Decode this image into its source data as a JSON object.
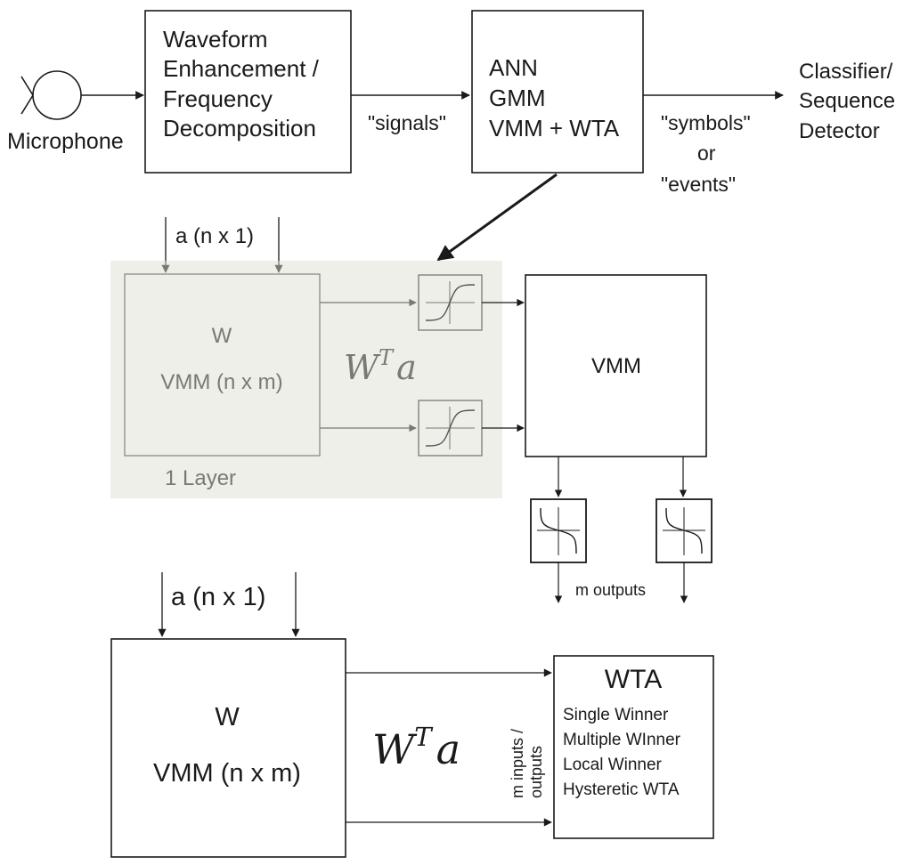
{
  "pipeline": {
    "microphone_label": "Microphone",
    "enhancement_box": [
      "Waveform",
      "Enhancement /",
      "Frequency",
      "Decomposition"
    ],
    "signals_label": "\"signals\"",
    "ann_box": [
      "ANN",
      "GMM",
      "VMM + WTA"
    ],
    "symbols_label": [
      "\"symbols\"",
      "or",
      "\"events\""
    ],
    "classifier_label": [
      "Classifier/",
      "Sequence",
      "Detector"
    ]
  },
  "layer_panel": {
    "input_label": "a (n x 1)",
    "w_label": "W",
    "vmm_label": "VMM (n x m)",
    "wta_formula_base": "W",
    "wta_formula_sup": "T",
    "wta_formula_tail": "a",
    "layer_label": "1 Layer",
    "vmm_box_label": "VMM",
    "outputs_label": "m outputs"
  },
  "wta_section": {
    "input_label": "a (n x 1)",
    "w_label": "W",
    "vmm_label": "VMM (n x m)",
    "formula_base": "W",
    "formula_sup": "T",
    "formula_tail": "a",
    "io_label": [
      "m inputs /",
      "outputs"
    ],
    "wta_title": "WTA",
    "wta_items": [
      "Single Winner",
      "Multiple WInner",
      "Local Winner",
      "Hysteretic WTA"
    ]
  },
  "colors": {
    "panel_bg": "#efefea",
    "panel_stroke": "#8a8a80",
    "ink": "#1a1a1a"
  }
}
